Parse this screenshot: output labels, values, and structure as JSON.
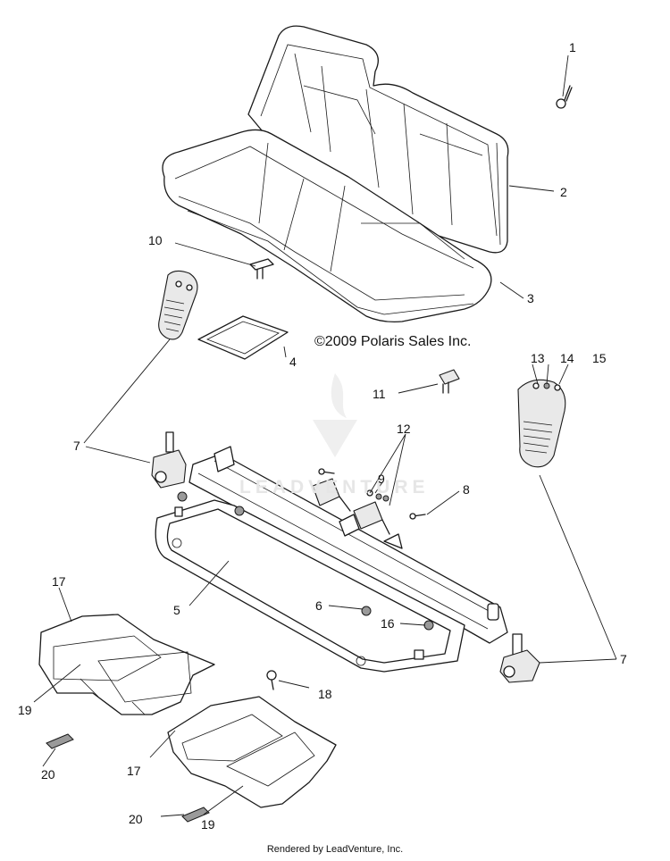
{
  "diagram": {
    "copyright": "©2009  Polaris Sales Inc.",
    "footer": "Rendered by LeadVenture, Inc.",
    "watermark": "LEADVENTURE",
    "callouts": [
      "1",
      "2",
      "3",
      "4",
      "5",
      "6",
      "7",
      "7",
      "8",
      "9",
      "10",
      "11",
      "12",
      "13",
      "14",
      "15",
      "16",
      "17",
      "17",
      "18",
      "19",
      "19",
      "20",
      "20"
    ]
  }
}
